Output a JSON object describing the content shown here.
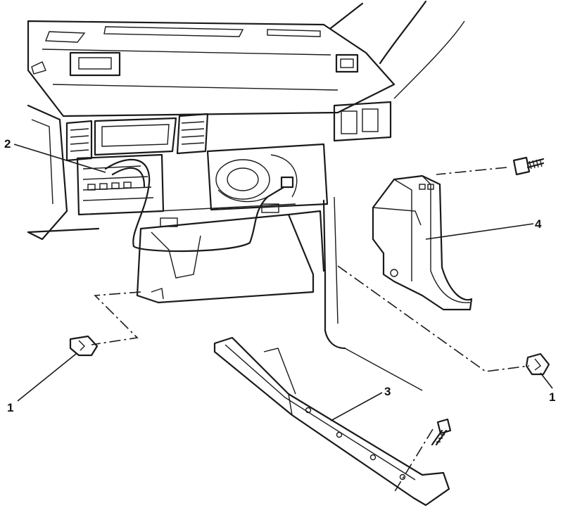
{
  "callouts": [
    {
      "id": "clip-left",
      "label": "1"
    },
    {
      "id": "radio-wiring",
      "label": "2"
    },
    {
      "id": "sill-trim",
      "label": "3"
    },
    {
      "id": "kick-panel",
      "label": "4"
    },
    {
      "id": "clip-right",
      "label": "1"
    }
  ]
}
